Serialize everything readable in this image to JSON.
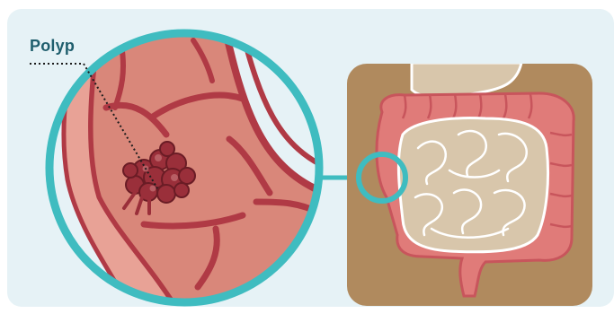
{
  "callout": {
    "label": "Polyp"
  },
  "colors": {
    "panel_background": "#e6f2f6",
    "lens_ring": "#3fbcc0",
    "intestine_tissue": "#d9877a",
    "intestine_vessels": "#b03a45",
    "polyp": "#9a2f3a",
    "abdomen_background": "#b08a5e",
    "small_intestine": "#d8c6ab",
    "large_intestine": "#e07b79"
  },
  "icons": {
    "magnifier": "lens-circle",
    "organ": "digestive-tract"
  }
}
